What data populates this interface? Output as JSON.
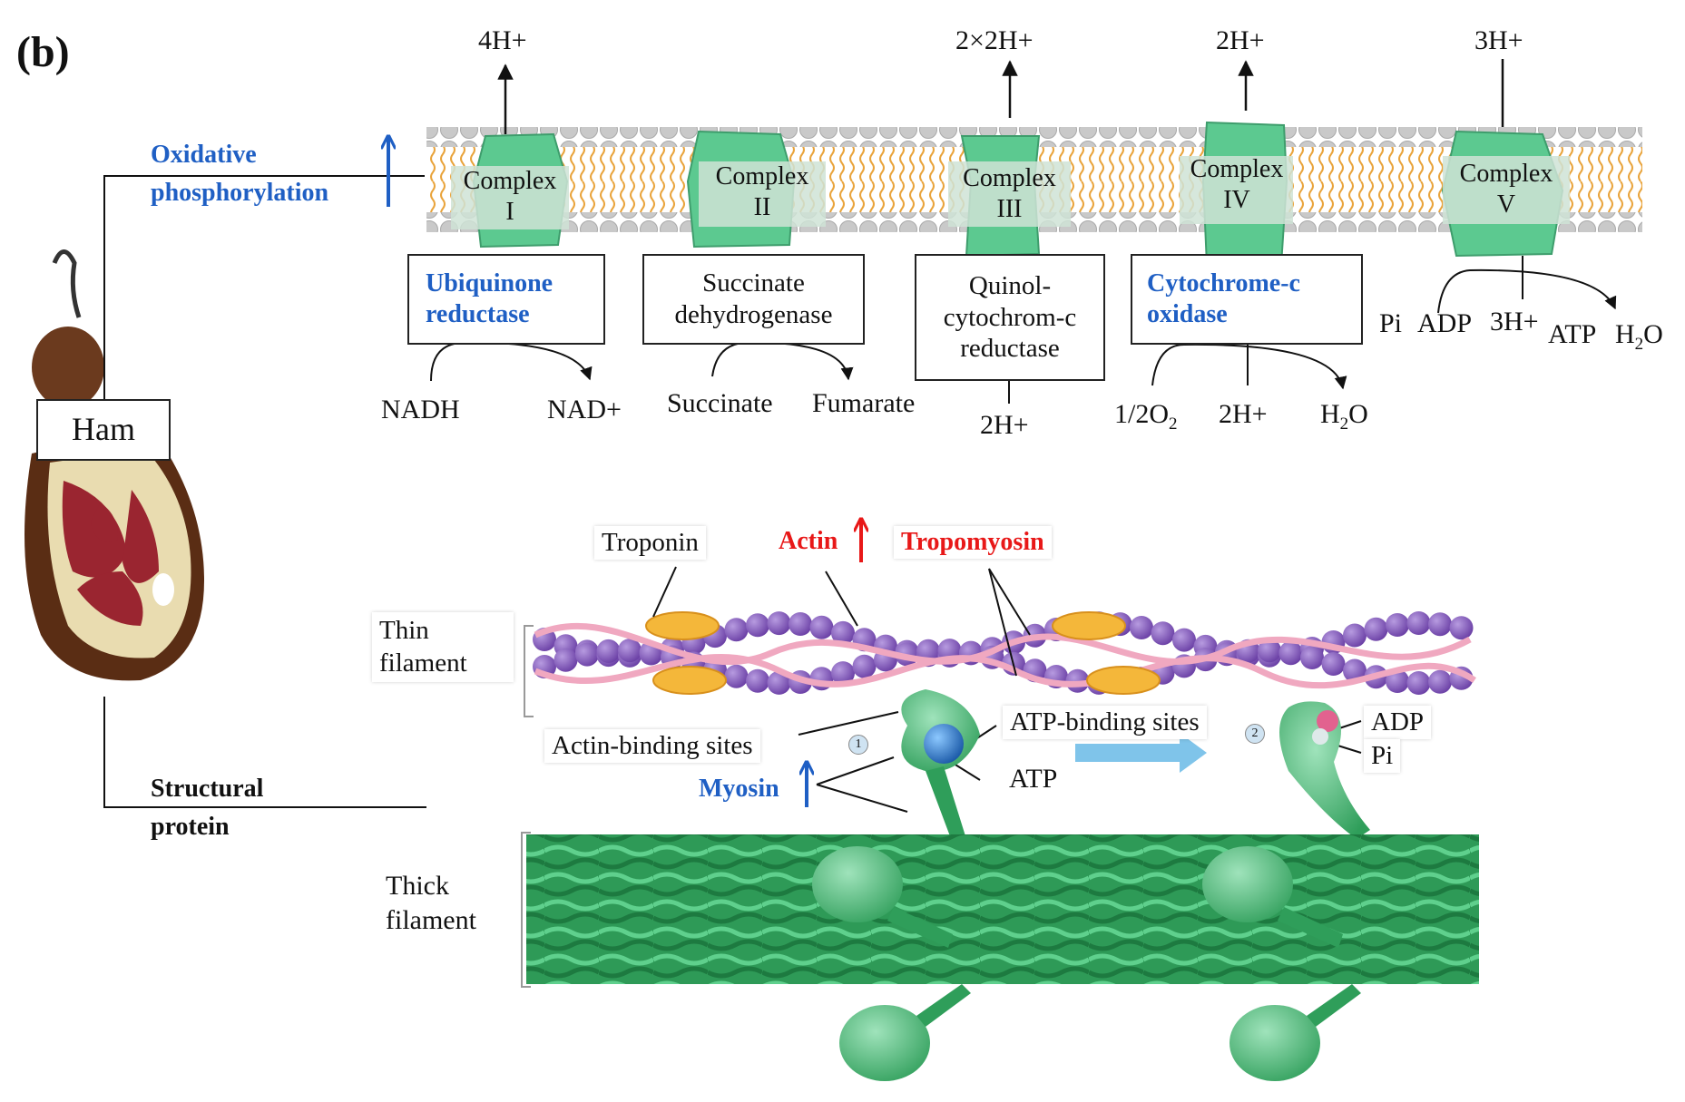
{
  "panel_label": "(b)",
  "sample_label": "Ham",
  "branches": {
    "oxidative": {
      "line1": "Oxidative",
      "line2": "phosphorylation"
    },
    "structural": {
      "line1": "Structural",
      "line2": "protein"
    }
  },
  "protons_top": {
    "c1": "4H+",
    "c3": "2×2H+",
    "c4": "2H+",
    "c5": "3H+"
  },
  "complexes": [
    {
      "name": "Complex",
      "numeral": "I"
    },
    {
      "name": "Complex",
      "numeral": "II"
    },
    {
      "name": "Complex",
      "numeral": "III"
    },
    {
      "name": "Complex",
      "numeral": "IV"
    },
    {
      "name": "Complex",
      "numeral": "V"
    }
  ],
  "enzymes": {
    "e1": {
      "line1": "Ubiquinone",
      "line2": "reductase"
    },
    "e2": {
      "line1": "Succinate",
      "line2": "dehydrogenase"
    },
    "e3": {
      "line1": "Quinol-",
      "line2": "cytochrom-c",
      "line3": "reductase"
    },
    "e4": {
      "line1": "Cytochrome-c",
      "line2": "oxidase"
    }
  },
  "substrates": {
    "nadh": "NADH",
    "nad": "NAD+",
    "succinate": "Succinate",
    "fumarate": "Fumarate",
    "c3_proton": "2H+",
    "oxygen": "1/2O",
    "oxygen_sub": "2",
    "c4_proton": "2H+",
    "water_c4": "H",
    "water_c4_sub": "2",
    "water_c4_end": "O",
    "pi": "Pi",
    "adp": "ADP",
    "c5_proton": "3H+",
    "atp": "ATP",
    "water_c5": "H",
    "water_c5_sub": "2",
    "water_c5_end": "O"
  },
  "filament_labels": {
    "troponin": "Troponin",
    "actin": "Actin",
    "tropomyosin": "Tropomyosin",
    "thin_l1": "Thin",
    "thin_l2": "filament",
    "thick_l1": "Thick",
    "thick_l2": "filament",
    "actin_binding": "Actin-binding sites",
    "atp_binding": "ATP-binding sites",
    "atp": "ATP",
    "myosin": "Myosin",
    "adp": "ADP",
    "pi": "Pi",
    "step1": "1",
    "step2": "2"
  },
  "colors": {
    "upregulated_blue": "#1f5fc4",
    "upregulated_red": "#e81818",
    "complex_green": "#5cc990",
    "lipid_head_gray": "#c8c8c8",
    "lipid_tail_orange": "#e9a43c",
    "actin_purple": "#8a5bbf",
    "tropomyosin_pink": "#f0a8c0",
    "troponin_yellow": "#f4b73a",
    "myosin_green": "#2f9e5a",
    "ham_meat": "#9a2530",
    "ham_skin": "#6b3a1e"
  },
  "icons": {
    "ham": "ham-illustration",
    "up_arrow": "up-arrow-icon"
  }
}
